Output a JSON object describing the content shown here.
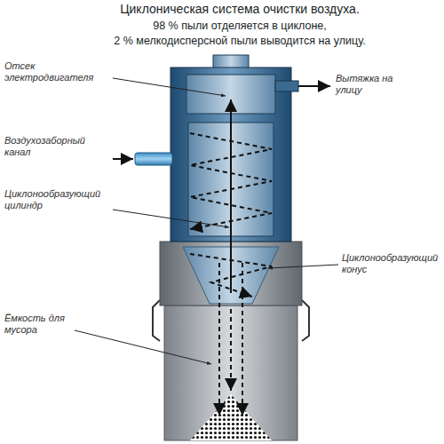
{
  "diagram": {
    "title": "Циклоническая система очистки воздуха.",
    "labels": [
      "98 % пыли отделяется в циклоне,",
      "2 % мелкодисперсной пыли выводится на улицу.",
      "Отсек электродвигателя",
      "Вытяжка на улицу",
      "Воздухозаборный канал",
      "Циклонообразующий цилиндр",
      "Циклонообразующий конус",
      "Ёмкость для мусора"
    ]
  }
}
